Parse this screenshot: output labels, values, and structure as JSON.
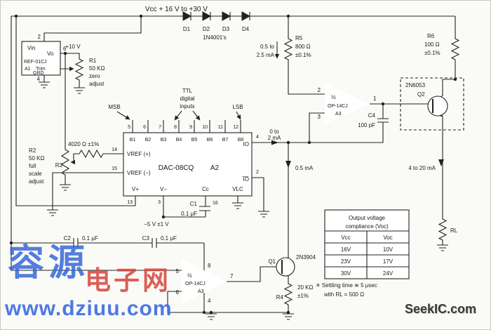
{
  "watermark": {
    "cn_left": "容源",
    "cn_right": "电子网",
    "url": "www.dziuu.com",
    "brand": "SeekIC.com"
  },
  "power": {
    "vcc_label": "Vcc + 16 V to +30 V",
    "diodes": [
      "D1",
      "D2",
      "D3",
      "D4"
    ],
    "diode_type": "1N4001's"
  },
  "ref01": {
    "pin_top": "2",
    "pin_right": "6",
    "pin_bottom": "4",
    "vin": "Vin",
    "vo": "Vo",
    "name": "REF-01CJ",
    "designator": "A1",
    "trim": "Trim",
    "grd": "GRD",
    "rail": "+10 V"
  },
  "r1": {
    "des": "R1",
    "value": "50 KΩ",
    "fn1": "zero",
    "fn2": "adjust"
  },
  "r2": {
    "des": "R2",
    "value": "50 KΩ",
    "fn1": "full",
    "fn2": "scale",
    "fn3": "adjust"
  },
  "r3": {
    "des": "R3",
    "value": "4020 Ω ±1%"
  },
  "r4": {
    "des": "R4",
    "value": "20 KΩ",
    "tol": "±1%"
  },
  "r5": {
    "des": "R5",
    "value": "800 Ω",
    "tol": "±0.1%"
  },
  "r6": {
    "des": "R6",
    "value": "100 Ω",
    "tol": "±0.1%"
  },
  "rl": {
    "des": "RL"
  },
  "c1": {
    "des": "C1",
    "value": "0.1 μF"
  },
  "c2": {
    "des": "C2",
    "value": "0.1 μF"
  },
  "c3": {
    "des": "C3",
    "value": "0.1 μF"
  },
  "c4": {
    "des": "C4",
    "value": "100 pF"
  },
  "dac": {
    "name": "DAC-08CQ",
    "designator": "A2",
    "ttl": [
      "TTL",
      "digital",
      "inputs"
    ],
    "msb": "MSB",
    "lsb": "LSB",
    "bits": [
      "B1",
      "B2",
      "B3",
      "B4",
      "B5",
      "B6",
      "B7",
      "B8"
    ],
    "bit_pins": [
      "5",
      "6",
      "7",
      "8",
      "9",
      "10",
      "11",
      "12"
    ],
    "vref_pos": "VREF (+)",
    "vref_pos_pin": "14",
    "vref_neg": "VREF (−)",
    "vref_neg_pin": "15",
    "v_plus": "V+",
    "v_plus_pin": "13",
    "v_minus": "V−",
    "v_minus_pin": "3",
    "cc": "Cc",
    "cc_pin": "16",
    "vlc": "VLC",
    "io": "IO",
    "io_pin": "4",
    "io_bar": "I̅O̅",
    "io_bar_pin": "2"
  },
  "neg_supply": "−5 V ±1 V",
  "opamp_top": {
    "half": "½",
    "name": "OP-14CJ",
    "designator": "A3",
    "pin_inv": "2",
    "pin_noninv": "3",
    "pin_out": "1"
  },
  "opamp_bottom": {
    "half": "½",
    "name": "OP-14CJ",
    "designator": "A3",
    "pin5": "5",
    "pin6": "6",
    "pin8": "8",
    "pin7": "7",
    "pin4": "4"
  },
  "q1": {
    "des": "Q1",
    "part": "2N3904"
  },
  "q2": {
    "des": "Q2",
    "part": "2N6053"
  },
  "currents": {
    "dac_out_1": "0 to",
    "dac_out_2": "2 mA",
    "mid": "0.5 mA",
    "r5_1": "0.5 to",
    "r5_2": "2.5 mA",
    "output": "4 to 20 mA"
  },
  "table": {
    "title1": "Output voltage",
    "title2": "compliance (Voc)",
    "col1": "Vcc",
    "col2": "Voc",
    "rows": [
      [
        "16V",
        "10V"
      ],
      [
        "23V",
        "17V"
      ],
      [
        "30V",
        "24V"
      ]
    ]
  },
  "note": {
    "line1": "✳ Settling time ≅ 5 μsec",
    "line2": "with RL = 500 Ω"
  }
}
